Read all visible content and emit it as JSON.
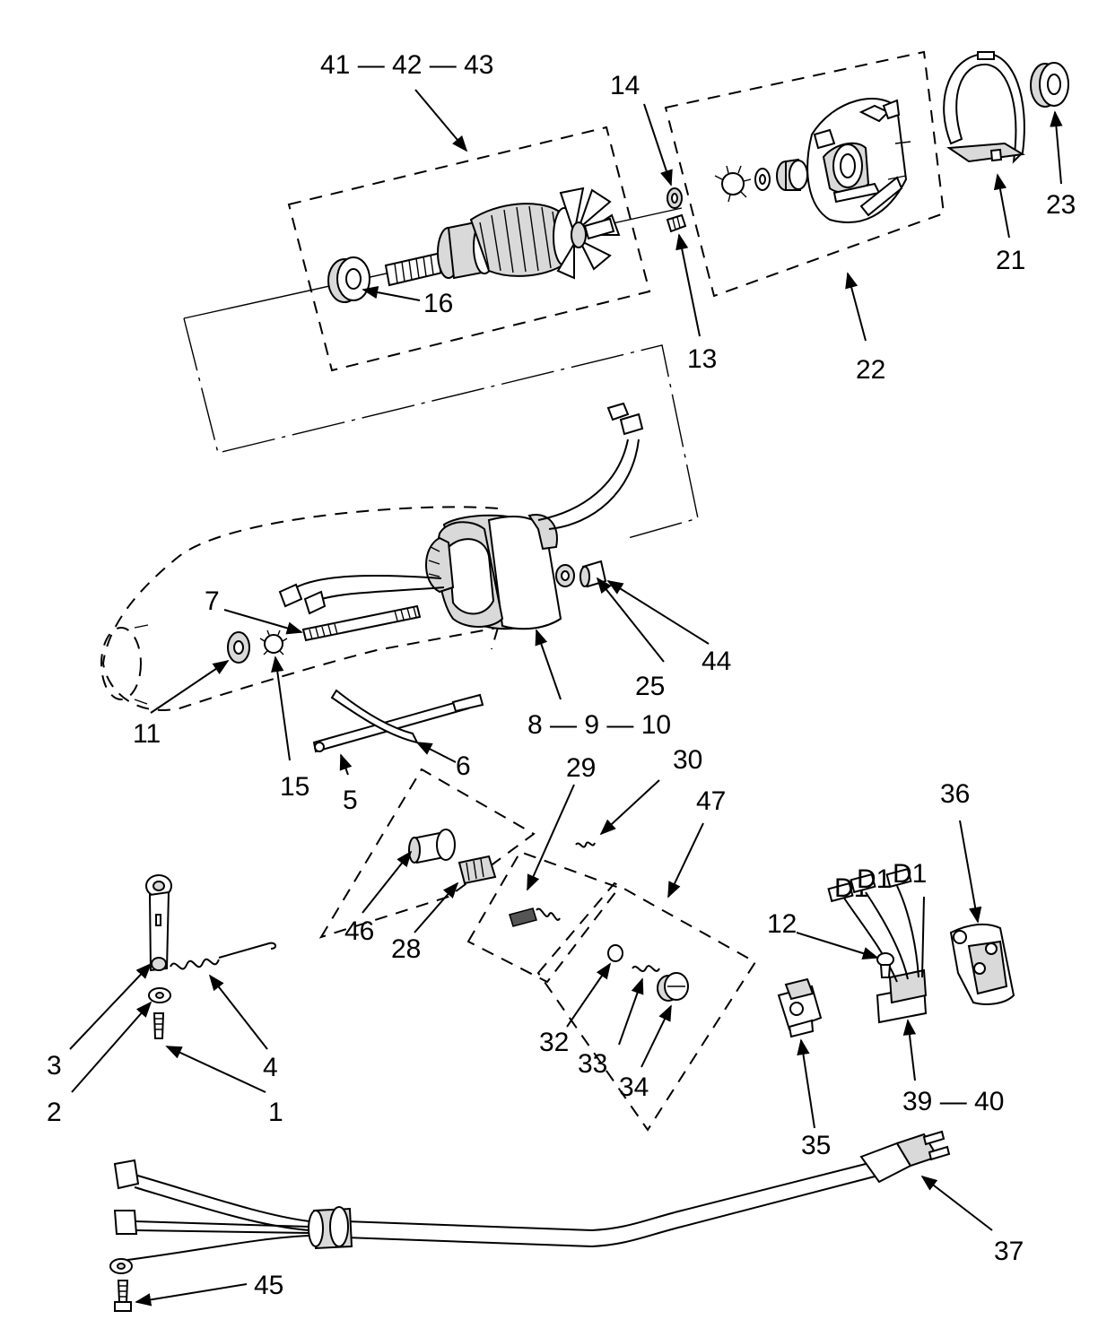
{
  "callouts": {
    "c41_42_43": "41 — 42 — 43",
    "c14": "14",
    "c16": "16",
    "c13": "13",
    "c22": "22",
    "c21": "21",
    "c23": "23",
    "c7": "7",
    "c11": "11",
    "c15": "15",
    "c8_9_10": "8 — 9 — 10",
    "c25": "25",
    "c44": "44",
    "c5": "5",
    "c6": "6",
    "c29": "29",
    "c30": "30",
    "c47": "47",
    "c36": "36",
    "c46": "46",
    "c28": "28",
    "c12": "12",
    "c3": "3",
    "c4": "4",
    "c2": "2",
    "c1": "1",
    "c32": "32",
    "c33": "33",
    "c34": "34",
    "c39_40": "39 — 40",
    "c35": "35",
    "c37": "37",
    "c45": "45"
  },
  "icons": {
    "arrow": "arrow-head",
    "label_plate": "D1"
  },
  "plate_labels": [
    "D1",
    "D1",
    "D1"
  ],
  "colors": {
    "line": "#000000",
    "background": "#ffffff",
    "shade": "#d9d9d9"
  }
}
